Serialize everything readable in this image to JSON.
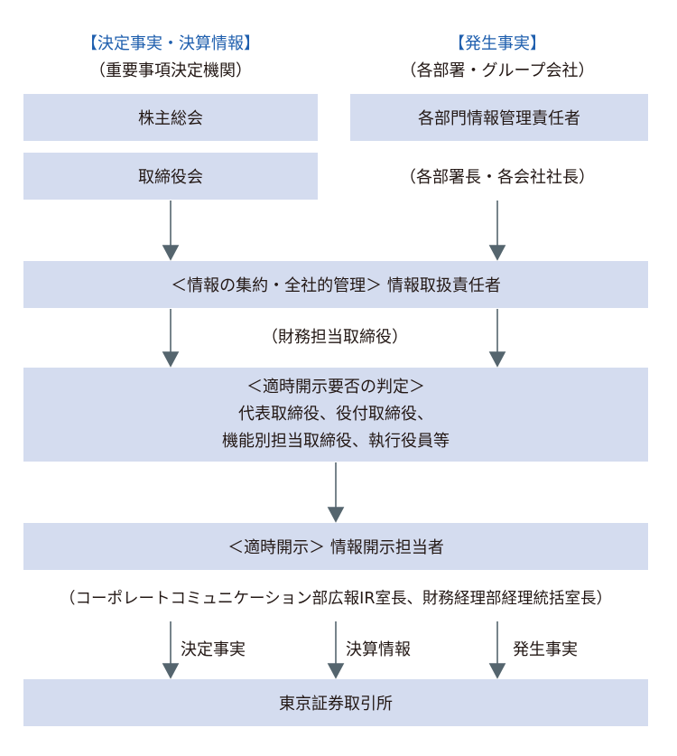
{
  "left_column": {
    "title": "【決定事実・決算情報】",
    "subtitle": "（重要事項決定機関）",
    "box1": "株主総会",
    "box2": "取締役会"
  },
  "right_column": {
    "title": "【発生事実】",
    "subtitle": "（各部署・グループ会社）",
    "box1": "各部門情報管理責任者",
    "note": "（各部署長・各会社社長）"
  },
  "manager_box": "＜情報の集約・全社的管理＞ 情報取扱責任者",
  "manager_note": "（財務担当取締役）",
  "judge_box": {
    "line1": "＜適時開示要否の判定＞",
    "line2": "代表取締役、役付取締役、",
    "line3": "機能別担当取締役、執行役員等"
  },
  "disclosure_box": "＜適時開示＞ 情報開示担当者",
  "disclosure_note": "（コーポレートコミュニケーション部広報IR室長、財務経理部経理統括室長）",
  "flow_labels": {
    "decided": "決定事実",
    "financial": "決算情報",
    "occurred": "発生事実"
  },
  "exchange_box": "東京証券取引所",
  "colors": {
    "box_fill": "#d4dcef",
    "heading_blue": "#1f5fae",
    "arrow": "#55656e",
    "text": "#231815"
  }
}
